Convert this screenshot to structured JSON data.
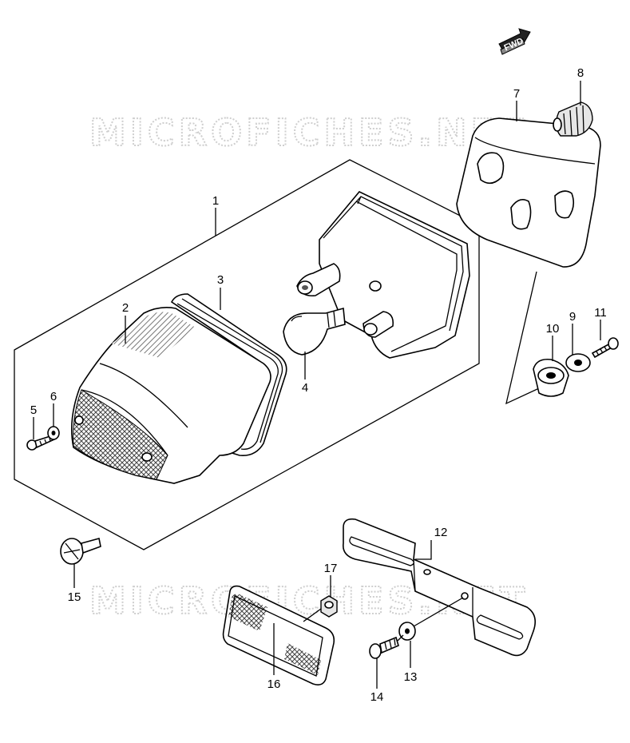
{
  "watermark": "MICROFICHES.NET",
  "fwd_label": "FWD",
  "callouts": [
    {
      "id": "p1",
      "label": "1"
    },
    {
      "id": "p2",
      "label": "2"
    },
    {
      "id": "p3",
      "label": "3"
    },
    {
      "id": "p4",
      "label": "4"
    },
    {
      "id": "p5",
      "label": "5"
    },
    {
      "id": "p6",
      "label": "6"
    },
    {
      "id": "p7",
      "label": "7"
    },
    {
      "id": "p8",
      "label": "8"
    },
    {
      "id": "p9",
      "label": "9"
    },
    {
      "id": "p10",
      "label": "10"
    },
    {
      "id": "p11",
      "label": "11"
    },
    {
      "id": "p12",
      "label": "12"
    },
    {
      "id": "p13",
      "label": "13"
    },
    {
      "id": "p14",
      "label": "14"
    },
    {
      "id": "p15",
      "label": "15"
    },
    {
      "id": "p16",
      "label": "16"
    },
    {
      "id": "p17",
      "label": "17"
    }
  ]
}
